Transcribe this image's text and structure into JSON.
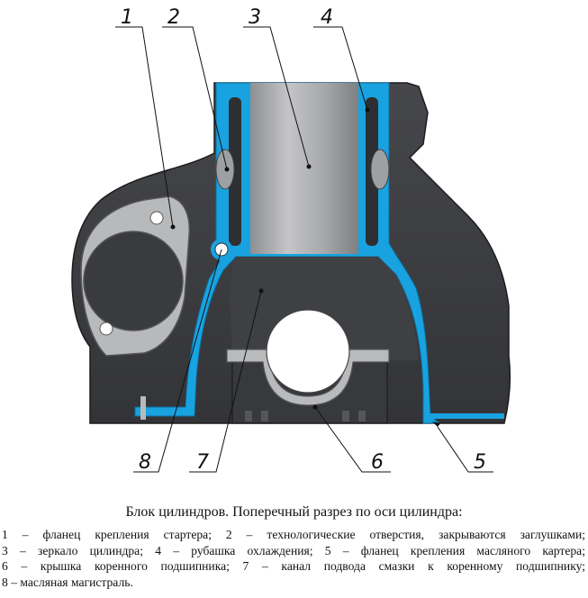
{
  "callouts": [
    "1",
    "2",
    "3",
    "4",
    "5",
    "6",
    "7",
    "8"
  ],
  "caption": "Блок цилиндров. Поперечный разрез по оси цилиндра:",
  "legend": [
    "1 – фланец крепления стартера; 2 – технологические отверстия, закрываются заглушками;",
    "3 – зеркало цилиндра; 4 – рубашка охлаждения; 5 – фланец крепления масляного картера;",
    "6 – крышка коренного подшипника; 7 – канал подвода смазки к коренному подшипнику;",
    "8 – масляная магистраль."
  ],
  "colors": {
    "casting": "#3c3d41",
    "casting_dark": "#2a2b2e",
    "coolant_jacket": "#19a2e0",
    "bore": "#a9aaac",
    "flange": "#b8b9bb"
  }
}
